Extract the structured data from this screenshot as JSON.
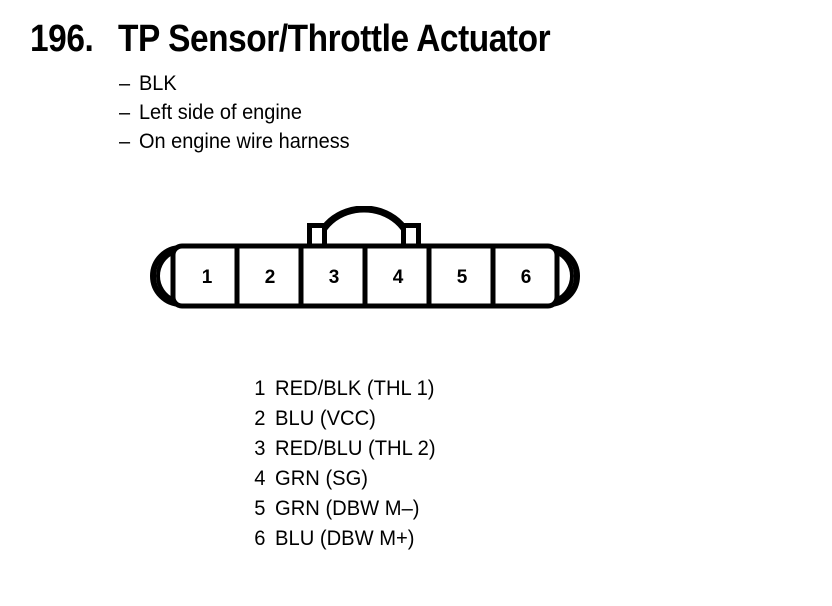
{
  "page": {
    "background_color": "#ffffff",
    "ink_color": "#000000"
  },
  "header": {
    "number": "196.",
    "title": "TP Sensor/Throttle Actuator"
  },
  "notes": {
    "dash": "–",
    "items": [
      "BLK",
      "Left side of engine",
      "On engine wire harness"
    ]
  },
  "connector": {
    "type": "6-cavity inline connector",
    "latch": "center arch latch between cavity 3 and 4",
    "cavity_labels": [
      "1",
      "2",
      "3",
      "4",
      "5",
      "6"
    ]
  },
  "pin_legend": {
    "rows": [
      {
        "pin": "1",
        "desc": "RED/BLK (THL 1)"
      },
      {
        "pin": "2",
        "desc": "BLU (VCC)"
      },
      {
        "pin": "3",
        "desc": "RED/BLU (THL 2)"
      },
      {
        "pin": "4",
        "desc": "GRN (SG)"
      },
      {
        "pin": "5",
        "desc": "GRN (DBW M–)"
      },
      {
        "pin": "6",
        "desc": "BLU (DBW M+)"
      }
    ]
  }
}
